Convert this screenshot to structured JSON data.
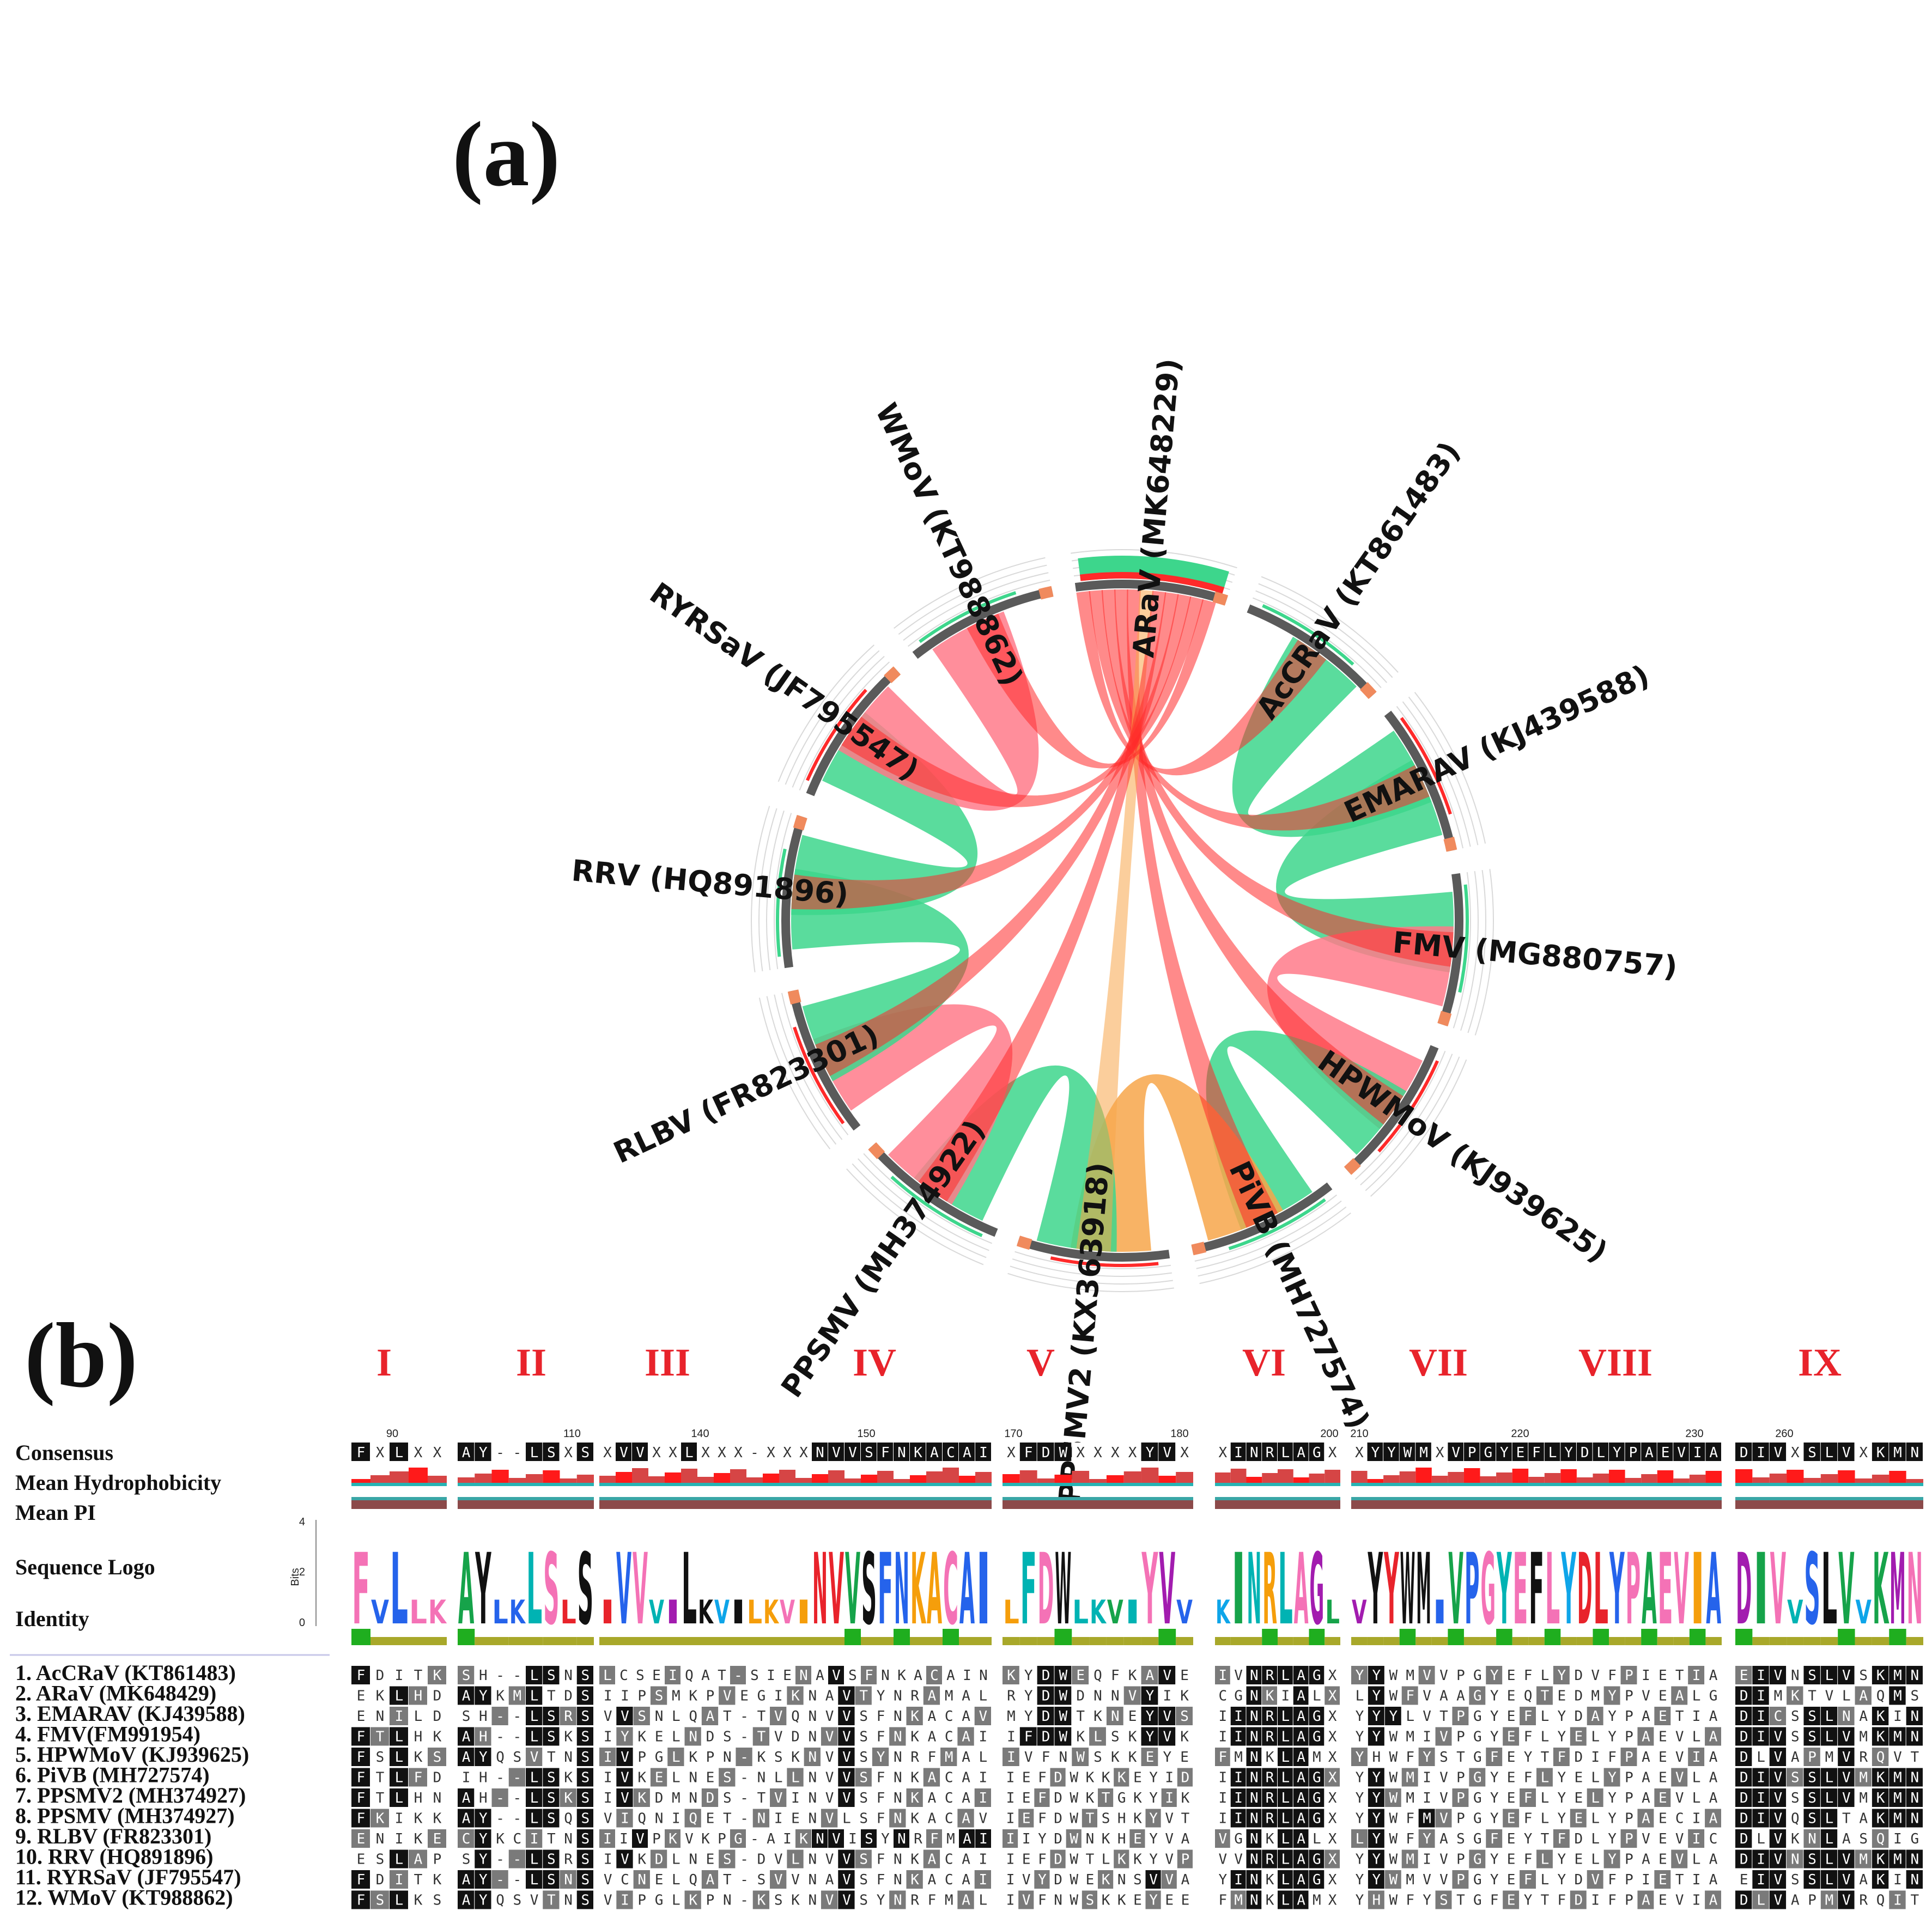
{
  "panel_a": {
    "letter": "(a)",
    "sectors": [
      {
        "name": "ARaV (MK648229)",
        "color": "#ff0000",
        "highlight": true
      },
      {
        "name": "AcCRaV  (KT861483)",
        "color": "#111111",
        "highlight": false
      },
      {
        "name": "EMARAV  (KJ439588)",
        "color": "#111111",
        "highlight": false
      },
      {
        "name": "FMV (MG880757)",
        "color": "#111111",
        "highlight": false
      },
      {
        "name": "HPWMoV (KJ939625)",
        "color": "#111111",
        "highlight": false
      },
      {
        "name": "PiVB (MH727574)",
        "color": "#111111",
        "highlight": false
      },
      {
        "name": "PPSMV2 (KX363918)",
        "color": "#111111",
        "highlight": false
      },
      {
        "name": "PPSMV (MH374922)",
        "color": "#111111",
        "highlight": false
      },
      {
        "name": "RLBV (FR823301)",
        "color": "#111111",
        "highlight": false
      },
      {
        "name": "RRV (HQ891896)",
        "color": "#111111",
        "highlight": false
      },
      {
        "name": "RYRSaV (JF795547)",
        "color": "#111111",
        "highlight": false
      },
      {
        "name": "WMoV (KT988862)",
        "color": "#111111",
        "highlight": false
      }
    ],
    "link_colors": {
      "green": "#3dd68c",
      "pink": "#ff7a8a",
      "red": "#ff2a2a",
      "orange": "#f7a64a"
    }
  },
  "panel_b": {
    "letter": "(b)",
    "motifs": [
      "I",
      "II",
      "III",
      "IV",
      "V",
      "VI",
      "VII",
      "VIII",
      "IX"
    ],
    "tracks": [
      "Consensus",
      "Mean Hydrophobicity",
      "Mean PI",
      "Sequence Logo",
      "Identity"
    ],
    "logo_axis": {
      "title": "Bits",
      "ticks": [
        "4",
        "2",
        "0"
      ]
    },
    "position_ticks": [
      "90",
      "110",
      "140",
      "150",
      "170",
      "180",
      "200",
      "210",
      "220",
      "230",
      "260"
    ],
    "consensus": [
      "FXLXX",
      "AY--LSXS",
      "XVVXXLXXX-XXXNVVSFNKACAI",
      "XFDWXXXXYVX",
      "XINRLAGX",
      "XYYWMXVPGYEFLYDLYPAEVIA",
      "DIVXSLVXKMN"
    ],
    "sequences": [
      {
        "label": "1. AcCRaV (KT861483)",
        "highlight": false,
        "blocks": [
          "FDITK",
          "SH--LSNS",
          "LCSEIQAT-SIENAVSFNKACAIN",
          "KYDWEQFKAVE",
          "IVNRLAGX",
          "YYWMVVPGYEFLYDVFPIETIA",
          "EIVNSLVSKMN"
        ]
      },
      {
        "label": "2. ARaV (MK648429)",
        "highlight": true,
        "blocks": [
          "EKLHD",
          "AYKMLTDS",
          "IIPSMKPVEGIKNAVTYNRAMAL",
          "RYDWDNNVYIK",
          "CGNKIALX",
          "LYWFVAAGYEQTEDMYPVEALG",
          "DIMKTVLAQMS"
        ]
      },
      {
        "label": "3. EMARAV (KJ439588)",
        "highlight": false,
        "blocks": [
          "ENILD",
          "SH--LSRS",
          "VVSNLQAT-TVQNVVSFNKACAV",
          "MYDWTKNEYVS",
          "IINRLAGX",
          "YYYLVTPGYEFLYDAYPAETIA",
          "DICSSLNAKIN"
        ]
      },
      {
        "label": "4. FMV(FM991954)",
        "highlight": false,
        "blocks": [
          "FTLHK",
          "AH--LSKS",
          "IYKELNDS-TVDNVVSFNKACAI",
          "IFDWKLSKYVK",
          "IINRLAGX",
          "YYWMIVPGYEFLYELYPAEVLA",
          "DIVSSLVMKMN"
        ]
      },
      {
        "label": "5. HPWMoV (KJ939625)",
        "highlight": false,
        "blocks": [
          "FSLKS",
          "AYQSVTNS",
          "IVPGLKPN-KSKNVVSYNRFMAL",
          "IVFNWSKKEYE",
          "FMNKLAMX",
          "YHWFYSTGFEYTFDIFPAEVIA",
          "DLVAPMVRQVT"
        ]
      },
      {
        "label": "6. PiVB (MH727574)",
        "highlight": false,
        "blocks": [
          "FTLFD",
          "IH--LSKS",
          "IVKELNES-NLLNVVSFNKACAI",
          "IEFDWKKKEYID",
          "IINRLAGX",
          "YYWMIVPGYEFLYELYPAEVLA",
          "DIVSSLVMKMN"
        ]
      },
      {
        "label": "7. PPSMV2 (MH374927)",
        "highlight": false,
        "blocks": [
          "FTLHN",
          "AH--LSKS",
          "IVKDMNDS-TVINVVSFNKACAI",
          "IEFDWKTGKYIK",
          "IINRLAGX",
          "YYWMIVPGYEFLYELYPAEVLA",
          "DIVSSLVMKMN"
        ]
      },
      {
        "label": "8. PPSMV (MH374927)",
        "highlight": false,
        "blocks": [
          "FKIKK",
          "AY--LSQS",
          "VIQNIQET-NIENVLSFNKACAV",
          "IEFDWTSHKYVT",
          "IINRLAGX",
          "YYWFMVPGYEFLYELYPAECIA",
          "DIVQSLTAKMN"
        ]
      },
      {
        "label": "9. RLBV (FR823301)",
        "highlight": false,
        "blocks": [
          "ENIKE",
          "CYKCITNS",
          "IIVPKVKPG-AIKNVISYNRFMAI",
          "IIYDWNKHEYVA",
          "VGNKLALX",
          "LYWFYASGFEYTFDLYPVEVIC",
          "DLVKNLASQIG"
        ]
      },
      {
        "label": "10. RRV (HQ891896)",
        "highlight": false,
        "blocks": [
          "ESLAP",
          "SY--LSRS",
          "IVKDLNES-DVLNVVSFNKACAI",
          "IEFDWTLKKYVP",
          "VVNRLAGX",
          "YYWMIVPGYEFLYELYPAEVLA",
          "DIVNSLVMKMN"
        ]
      },
      {
        "label": "11. RYRSaV (JF795547)",
        "highlight": false,
        "blocks": [
          "FDITK",
          "AY--LSNS",
          "VCNELQAT-SVVNAVSFNKACAI",
          "IVYDWEKNSVVA",
          "YINKLAGX",
          "YYWMVVPGYEFLYDVFPIETIA",
          "EIVSSLVAKIN"
        ]
      },
      {
        "label": "12. WMoV (KT988862)",
        "highlight": false,
        "blocks": [
          "FSLKS",
          "AYQSVTNS",
          "VIPGLKPN-KSKNVVSYNRFMAL",
          "IVFNWSKKEYEE",
          "FMNKLAMX",
          "YHWFYSTGFEYTFDIFPAEVIA",
          "DLVAPMVRQIT"
        ]
      }
    ],
    "highlight_color": "#ff2a2a"
  }
}
